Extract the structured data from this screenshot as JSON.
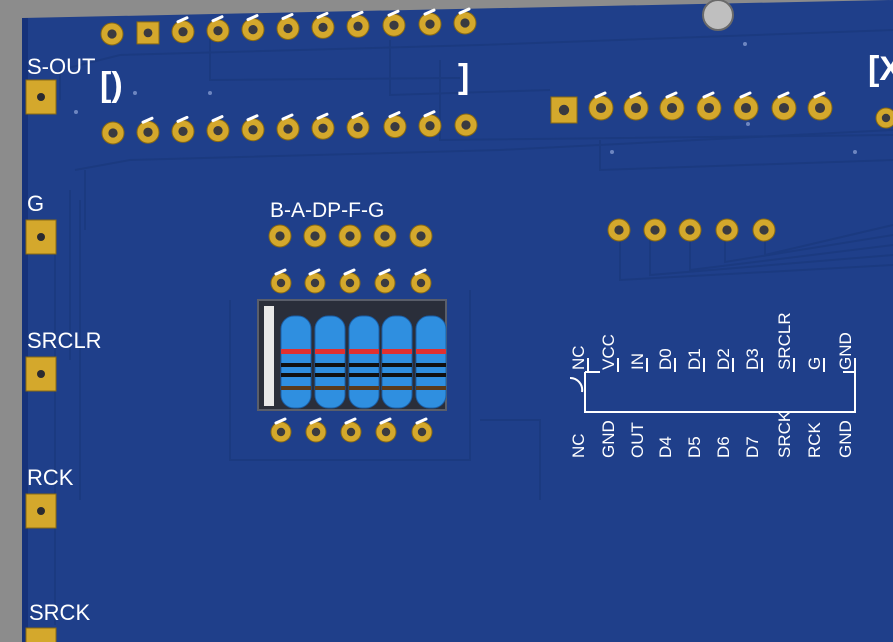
{
  "labels": {
    "s_out": "S-OUT",
    "g": "G",
    "srclr": "SRCLR",
    "rck": "RCK",
    "srck": "SRCK",
    "segment_header": "B-A-DP-F-G"
  },
  "silk_brackets": {
    "left": "[)",
    "right": "]",
    "far_right": "[X"
  },
  "ic_top_pins": [
    "NC",
    "VCC",
    "IN",
    "D0",
    "D1",
    "D2",
    "D3",
    "SRCLR",
    "G",
    "GND"
  ],
  "ic_bottom_pins": [
    "NC",
    "GND",
    "OUT",
    "D4",
    "D5",
    "D6",
    "D7",
    "SRCK",
    "RCK",
    "GND"
  ],
  "colors": {
    "board": "#1f3f8a",
    "trace": "#1b3a80",
    "pad": "#d4a82c",
    "background": "#8c8c8c",
    "resistor_body": "#2f8fe0",
    "band_red": "#e03030",
    "band_black": "#111111"
  },
  "resistor_count": 5
}
